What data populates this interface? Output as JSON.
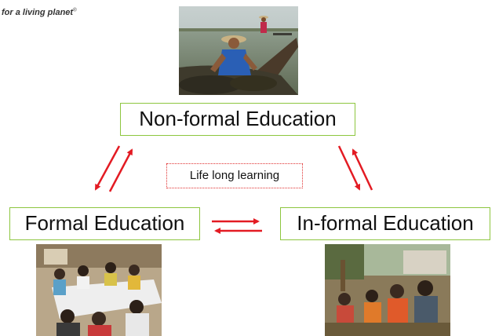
{
  "brand": {
    "tagline": "for a living planet",
    "mark": "®"
  },
  "nodes": {
    "top": "Non-formal Education",
    "left": "Formal Education",
    "right": "In-formal Education"
  },
  "center_label": "Life long learning",
  "arrow_color": "#e31b23",
  "box_border_color": "#8dc63f"
}
